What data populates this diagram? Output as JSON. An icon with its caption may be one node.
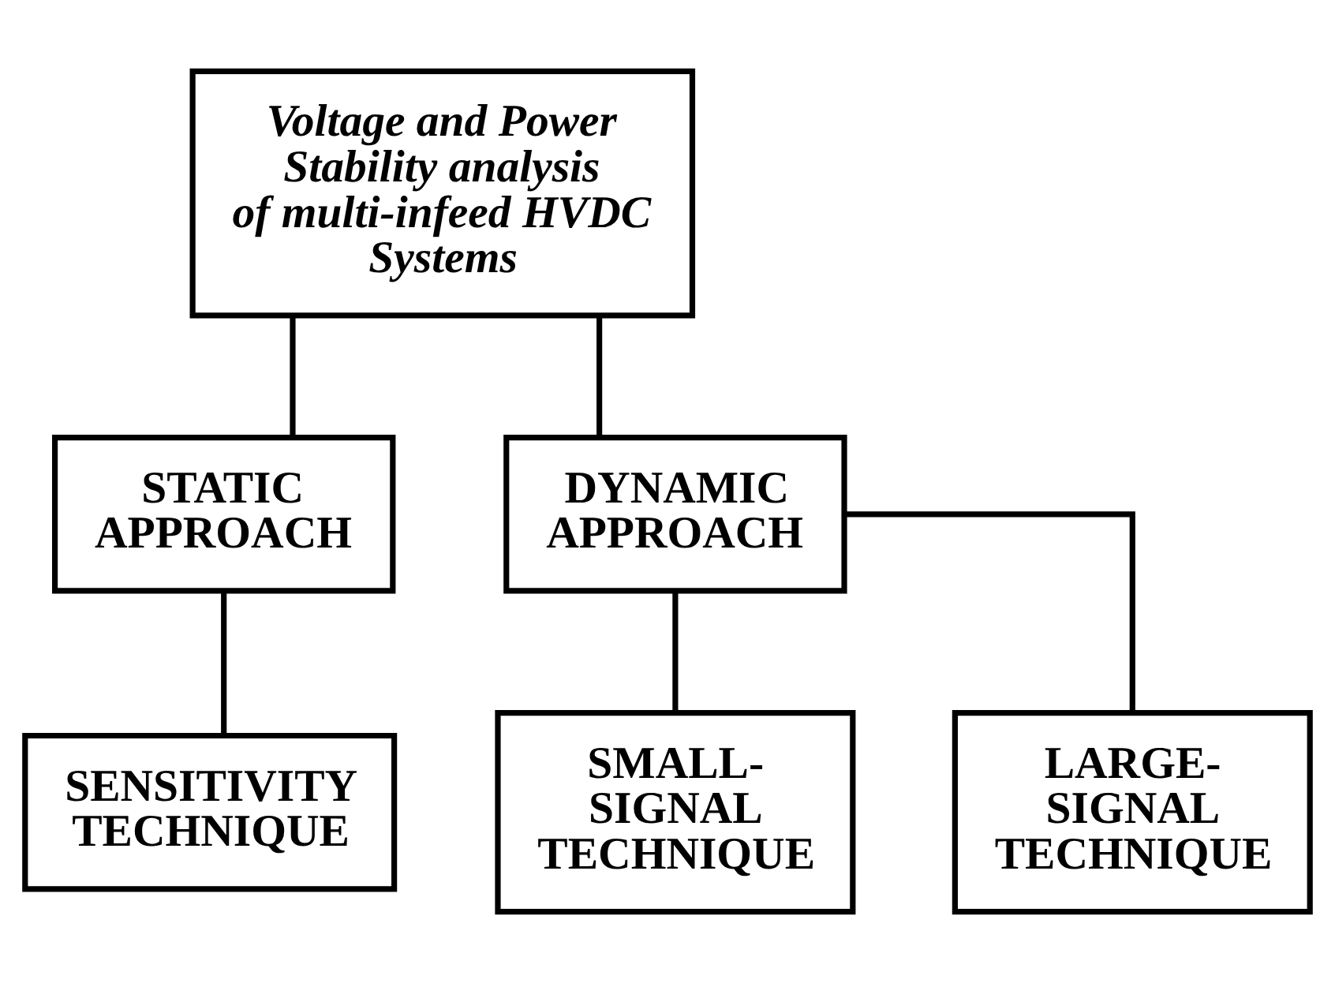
{
  "diagram": {
    "nodes": [
      {
        "text": [
          "Voltage and Power Stability analysis of multi-infeed HVDC Systems"
        ]
      },
      {
        "text": [
          "STATIC APPROACH"
        ]
      },
      {
        "text": [
          "DYNAMIC APPROACH"
        ]
      },
      {
        "text": [
          "SENSITIVITY TECHNIQUE"
        ]
      },
      {
        "text": [
          "SMALL- SIGNAL TECHNIQUE"
        ]
      },
      {
        "text": [
          "LARGE- SIGNAL TECHNIQUE"
        ]
      }
    ],
    "edges": [
      {
        "from": 0,
        "to": 1,
        "arrow": "none"
      },
      {
        "from": 0,
        "to": 2,
        "arrow": "none"
      },
      {
        "from": 1,
        "to": 3,
        "arrow": "none"
      },
      {
        "from": 2,
        "to": 4,
        "arrow": "none"
      },
      {
        "from": 2,
        "to": 5,
        "arrow": "none"
      }
    ]
  }
}
